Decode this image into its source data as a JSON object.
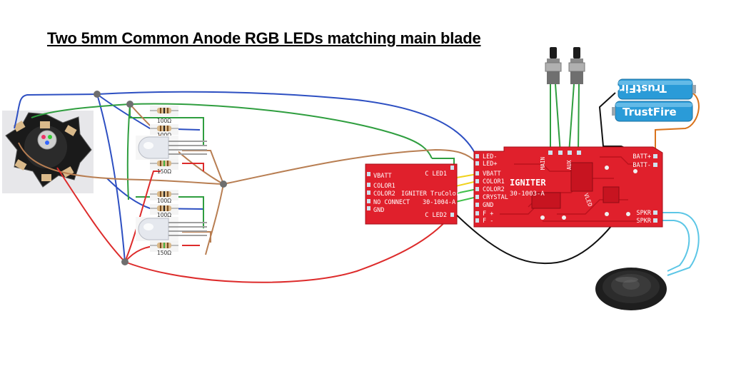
{
  "title": "Two 5mm Common Anode RGB LEDs matching main blade",
  "resistors": {
    "r1": "100Ω",
    "r2": "100Ω",
    "r3": "150Ω",
    "r4": "100Ω",
    "r5": "100Ω",
    "r6": "150Ω"
  },
  "trucolor": {
    "pin_vbatt": "VBATT",
    "pin_led1": "C LED1",
    "pin_color1": "COLOR1",
    "pin_color2": "COLOR2",
    "name": "IGNITER TruColor",
    "pin_noconnect": "NO CONNECT",
    "part": "30-1004-A",
    "pin_gnd": "GND",
    "pin_led2": "C LED2"
  },
  "igniter": {
    "pin_led_minus": "LED-",
    "pin_led_plus": "LED+",
    "pin_vbatt": "VBATT",
    "pin_color1": "COLOR1",
    "pin_color2": "COLOR2",
    "pin_crystal": "CRYSTAL",
    "pin_gnd": "GND",
    "pin_f_plus": "F  +",
    "pin_f_minus": "F  -",
    "name": "IGNITER",
    "part": "30-1003-A",
    "pin_batt_plus": "BATT+",
    "pin_batt_minus": "BATT-",
    "pin_spkr1": "SPKR",
    "pin_spkr2": "SPKR",
    "pin_vled": "VLED",
    "pin_main": "MAIN",
    "pin_aux": "AUX"
  },
  "batteries": {
    "brand_top": "TrustFire",
    "brand_bottom": "TrustFire"
  },
  "colors": {
    "wire_blue": "#2d4fc2",
    "wire_green": "#2f9e3f",
    "wire_brown": "#b87e52",
    "wire_red": "#dd2b2b",
    "wire_black": "#111111",
    "wire_cyan": "#5cc6e6",
    "wire_yellow": "#f0d21c",
    "pcb_red": "#e0202c",
    "battery_blue": "#2a9bd8",
    "junction": "#6e6e6e"
  },
  "icons": [
    "star-rgb-led-icon",
    "rgb-led-5mm-icon",
    "resistor-icon",
    "push-button-icon",
    "battery-icon",
    "speaker-icon"
  ]
}
